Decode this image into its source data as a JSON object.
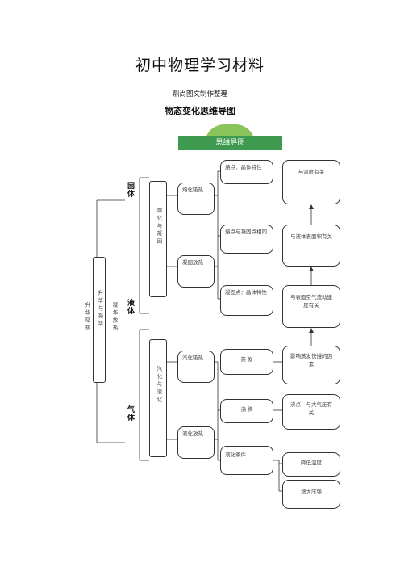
{
  "header": {
    "title": "初中物理学习材料",
    "subtitle": "鼎尚图文制作整理",
    "map_title": "物态变化思维导图",
    "banner": "思维导图"
  },
  "states": {
    "solid": "固体",
    "liquid": "液体",
    "gas": "气体"
  },
  "left_labels": {
    "sublimation": "升华与凝华",
    "absorb": "升华吸热",
    "release": "凝华放热"
  },
  "melting": {
    "group": "熔化与凝固",
    "absorb": "熔化吸热",
    "release": "凝固放热",
    "melting_point": "熔点：晶体特性",
    "same_point": "熔点与凝固点相同",
    "freezing_point": "凝固点：晶体特性"
  },
  "vaporization": {
    "group": "汽化与液化",
    "absorb": "汽化吸热",
    "release": "液化放热",
    "evaporation": "蒸 发",
    "boiling": "沸 腾",
    "condition": "液化条件"
  },
  "factors": {
    "temperature": "与温度有关",
    "surface": "与液体表面积有关",
    "air": "与表面空气流动速度有关",
    "affect": "影响蒸发快慢的因素",
    "boiling_point": "沸点：与大气压有关",
    "lower_temp": "降低温度",
    "increase_pressure": "增大压强"
  }
}
